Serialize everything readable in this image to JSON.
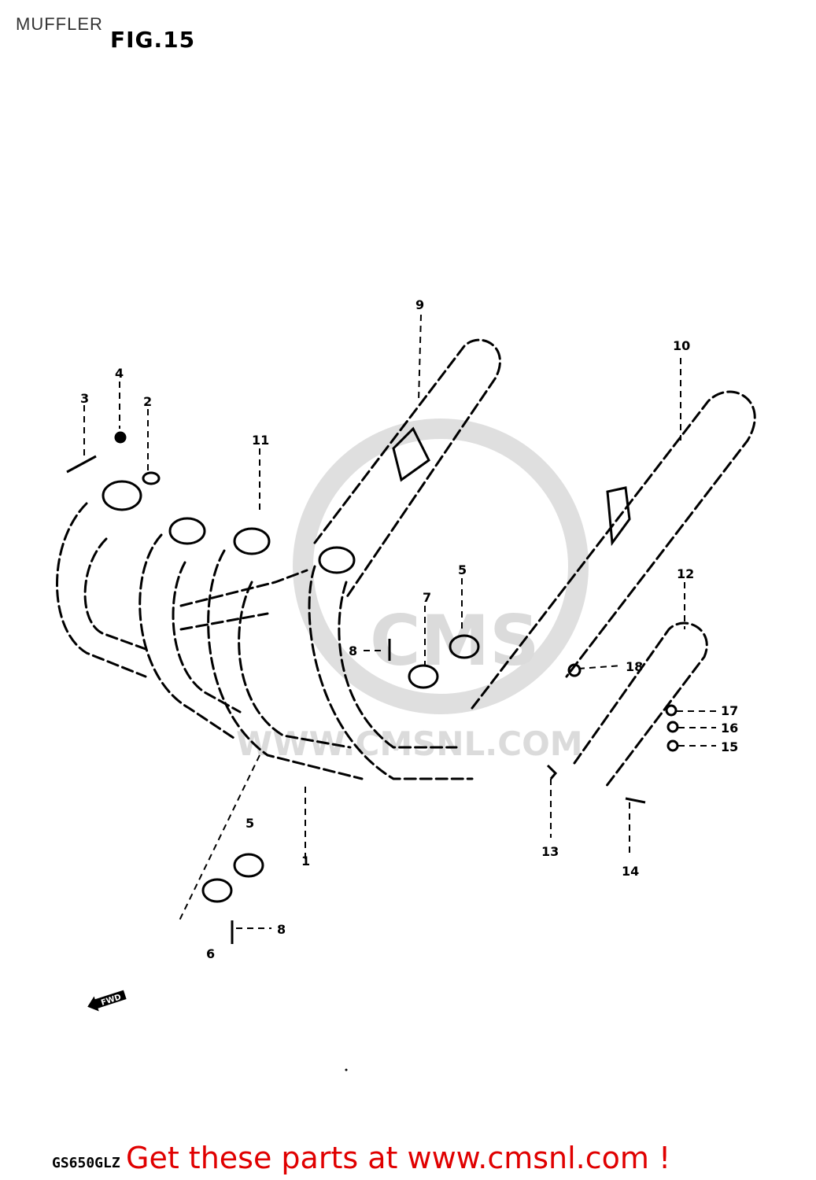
{
  "header": {
    "title": "MUFFLER",
    "figure": "FIG.15"
  },
  "watermark": {
    "text": "WWW.CMSNL.COM",
    "logo_text": "CMS"
  },
  "forward_marker": "FWD",
  "footer": {
    "model_code": "GS650GLZ",
    "cta": "Get these parts at www.cmsnl.com !"
  },
  "callouts": [
    "1",
    "2",
    "3",
    "4",
    "5",
    "5",
    "6",
    "7",
    "8",
    "8",
    "9",
    "10",
    "11",
    "12",
    "13",
    "14",
    "15",
    "16",
    "17",
    "18"
  ],
  "colors": {
    "cta": "#e00000",
    "ink": "#000000",
    "watermark": "#d8d8d8"
  }
}
